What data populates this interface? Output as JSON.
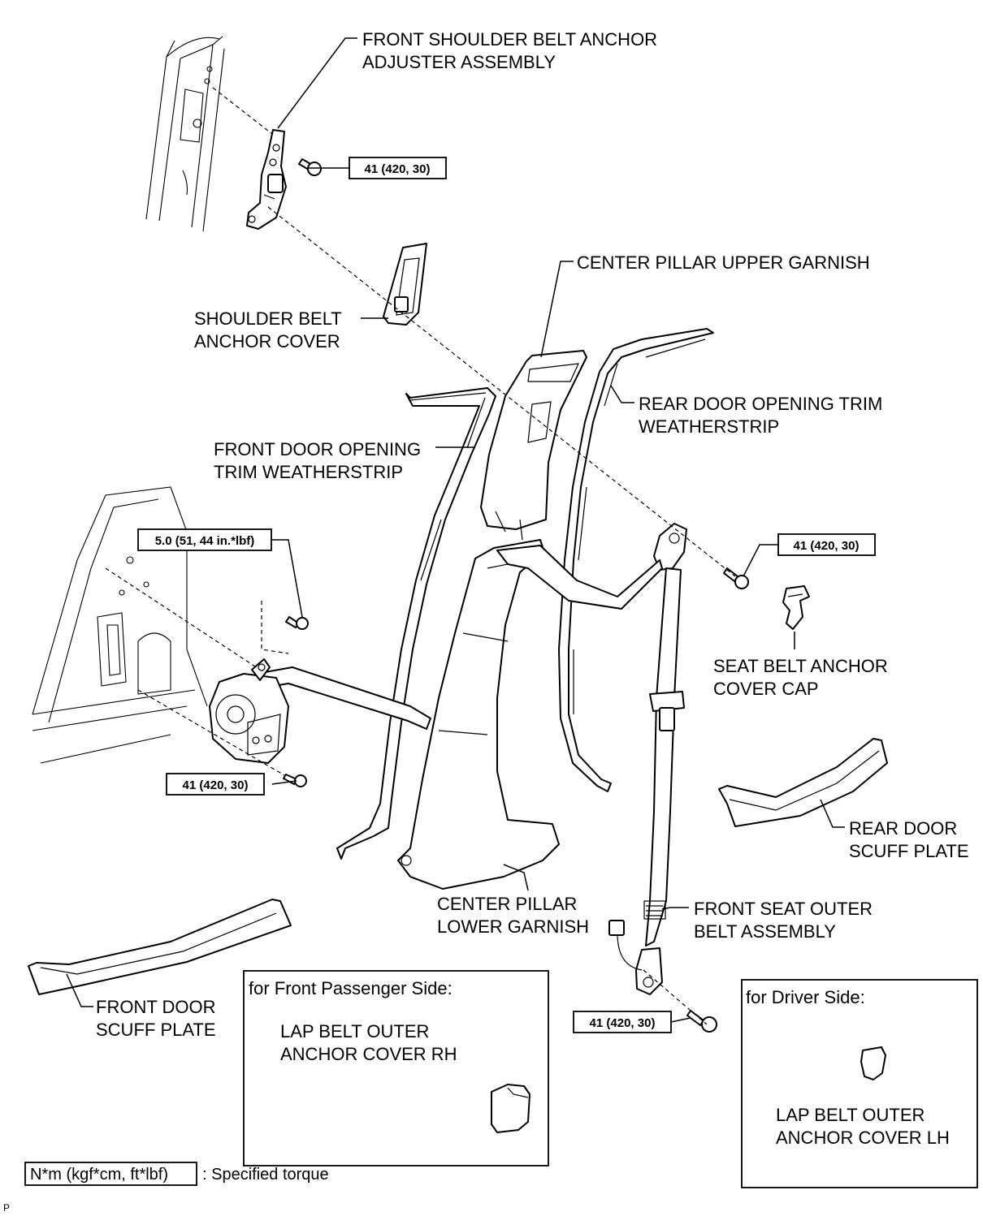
{
  "labels": {
    "front_shoulder_belt_anchor_adjuster": [
      "FRONT SHOULDER BELT ANCHOR",
      "ADJUSTER ASSEMBLY"
    ],
    "center_pillar_upper_garnish": [
      "CENTER PILLAR UPPER GARNISH"
    ],
    "shoulder_belt_anchor_cover": [
      "SHOULDER BELT",
      "ANCHOR COVER"
    ],
    "rear_door_opening_trim": [
      "REAR DOOR OPENING TRIM",
      "WEATHERSTRIP"
    ],
    "front_door_opening_trim": [
      "FRONT DOOR OPENING",
      "TRIM WEATHERSTRIP"
    ],
    "seat_belt_anchor_cover_cap": [
      "SEAT BELT ANCHOR",
      "COVER CAP"
    ],
    "rear_door_scuff_plate": [
      "REAR DOOR",
      "SCUFF PLATE"
    ],
    "center_pillar_lower_garnish": [
      "CENTER PILLAR",
      "LOWER GARNISH"
    ],
    "front_seat_outer_belt": [
      "FRONT SEAT OUTER",
      "BELT ASSEMBLY"
    ],
    "front_door_scuff_plate": [
      "FRONT DOOR",
      "SCUFF PLATE"
    ],
    "lap_belt_outer_anchor_cover_rh": [
      "LAP BELT OUTER",
      "ANCHOR COVER RH"
    ],
    "lap_belt_outer_anchor_cover_lh": [
      "LAP BELT OUTER",
      "ANCHOR COVER LH"
    ]
  },
  "torque": {
    "adjuster_bolt": "41 (420, 30)",
    "retractor_upper_bolt": "5.0 (51, 44 in.*lbf)",
    "retractor_lower_bolt": "41 (420, 30)",
    "shoulder_anchor_bolt": "41 (420, 30)",
    "floor_anchor_bolt": "41 (420, 30)"
  },
  "insets": {
    "front_passenger": "for Front Passenger Side:",
    "driver": "for Driver Side:"
  },
  "legend": {
    "torque_format": "N*m (kgf*cm, ft*lbf)",
    "description": ": Specified torque"
  },
  "footer_code": "P"
}
